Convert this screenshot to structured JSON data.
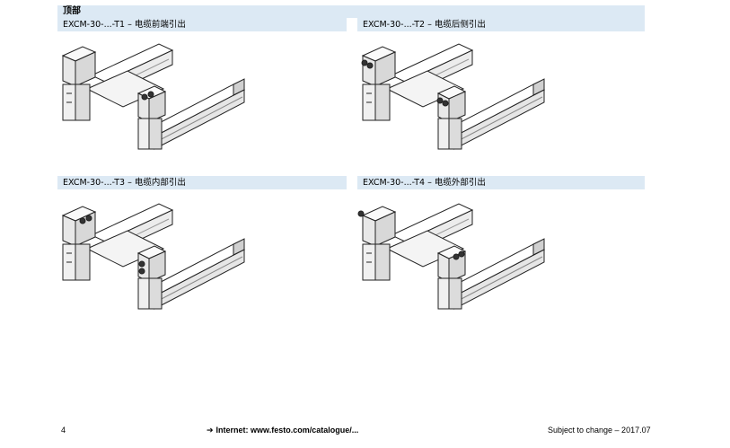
{
  "section": {
    "title": "顶部"
  },
  "cells": [
    {
      "label": "EXCM-30-...-T1 – 电缆前端引出"
    },
    {
      "label": "EXCM-30-...-T2 – 电缆后侧引出"
    },
    {
      "label": "EXCM-30-...-T3 – 电缆内部引出"
    },
    {
      "label": "EXCM-30-...-T4 – 电缆外部引出"
    }
  ],
  "footer": {
    "page_number": "4",
    "arrow_glyph": "➔",
    "link_text": "Internet: www.festo.com/catalogue/...",
    "right_text": "Subject to change – 2017.07"
  }
}
